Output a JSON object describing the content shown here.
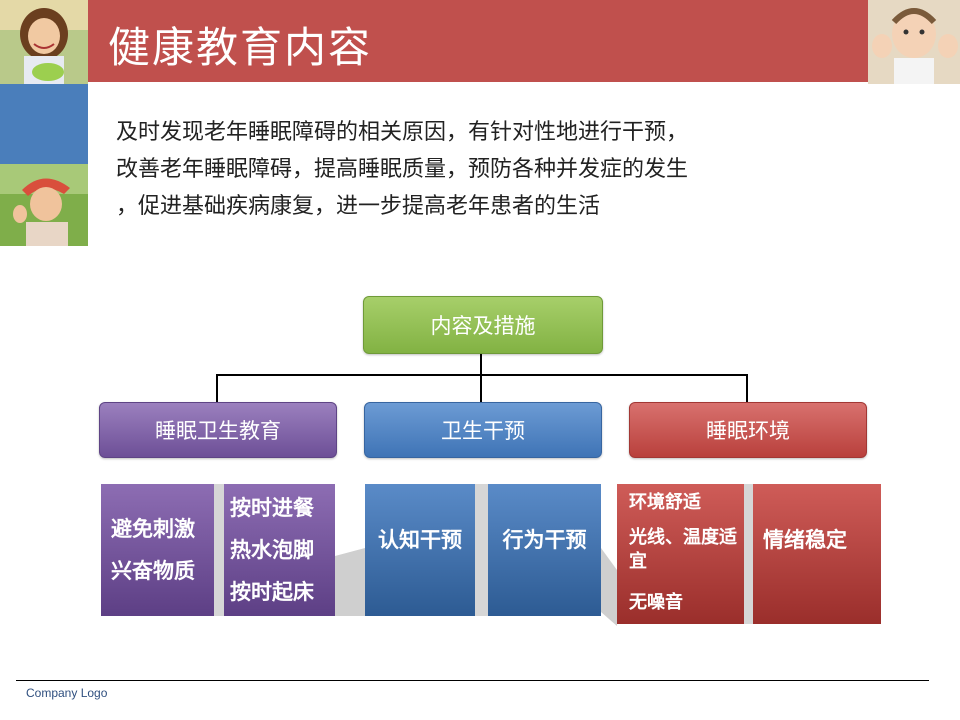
{
  "header": {
    "title": "健康教育内容"
  },
  "intro": {
    "lines": [
      "及时发现老年睡眠障碍的相关原因，有针对性地进行干预，",
      "改善老年睡眠障碍，提高睡眠质量，预防各种并发症的发生",
      "，促进基础疾病康复，进一步提高老年患者的生活"
    ]
  },
  "diagram": {
    "root": "内容及措施",
    "branches": [
      {
        "label": "睡眠卫生教育",
        "color": "#7a5ea6",
        "boxes": [
          {
            "items": [
              "避免刺激",
              "兴奋物质"
            ]
          },
          {
            "items": [
              "按时进餐",
              "热水泡脚",
              "按时起床"
            ]
          }
        ]
      },
      {
        "label": "卫生干预",
        "color": "#4f82c3",
        "boxes": [
          {
            "items": [
              "认知干预"
            ]
          },
          {
            "items": [
              "行为干预"
            ]
          }
        ]
      },
      {
        "label": "睡眠环境",
        "color": "#c0504d",
        "boxes": [
          {
            "items": [
              "环境舒适",
              "光线、温度适宜",
              "无噪音"
            ]
          },
          {
            "items": [
              "情绪稳定"
            ]
          }
        ]
      }
    ]
  },
  "footer": {
    "logo": "Company Logo"
  },
  "colors": {
    "accent_red": "#c0504d",
    "accent_blue": "#4a7ebb",
    "root_green": "#8dbb4f"
  }
}
